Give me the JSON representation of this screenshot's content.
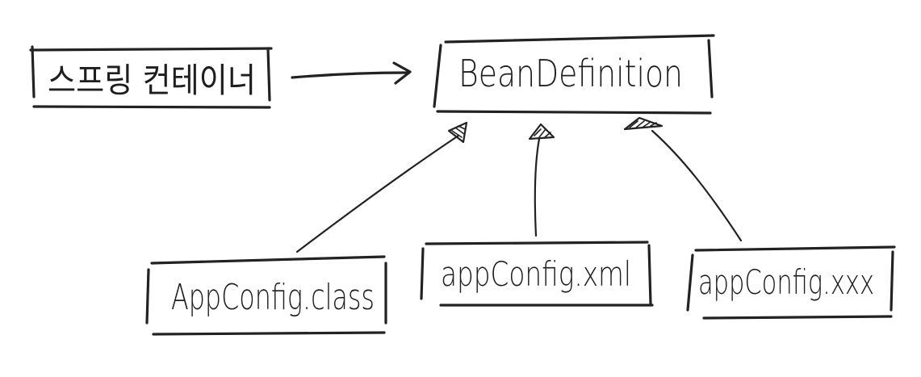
{
  "diagram": {
    "container": {
      "label": "스프링 컨테이너"
    },
    "definition": {
      "label": "BeanDefinition"
    },
    "sources": [
      {
        "label": "AppConfig.class"
      },
      {
        "label": "appConfig.xml"
      },
      {
        "label": "appConfig.xxx"
      }
    ]
  }
}
